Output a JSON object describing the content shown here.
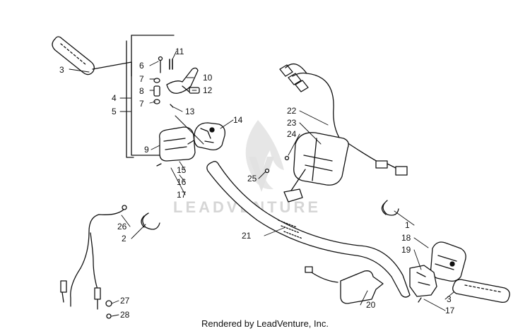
{
  "diagram": {
    "watermark": "LEADVENTURE",
    "credit": "Rendered by LeadVenture, Inc.",
    "callouts": {
      "c1": "1",
      "c2": "2",
      "c3a": "3",
      "c3b": "3",
      "c4": "4",
      "c5": "5",
      "c6": "6",
      "c7a": "7",
      "c7b": "7",
      "c8": "8",
      "c9": "9",
      "c10": "10",
      "c11": "11",
      "c12": "12",
      "c13": "13",
      "c14": "14",
      "c15": "15",
      "c16": "16",
      "c17a": "17",
      "c17b": "17",
      "c18": "18",
      "c19": "19",
      "c20": "20",
      "c21": "21",
      "c22": "22",
      "c23": "23",
      "c24": "24",
      "c25": "25",
      "c26": "26",
      "c27": "27",
      "c28": "28"
    }
  }
}
